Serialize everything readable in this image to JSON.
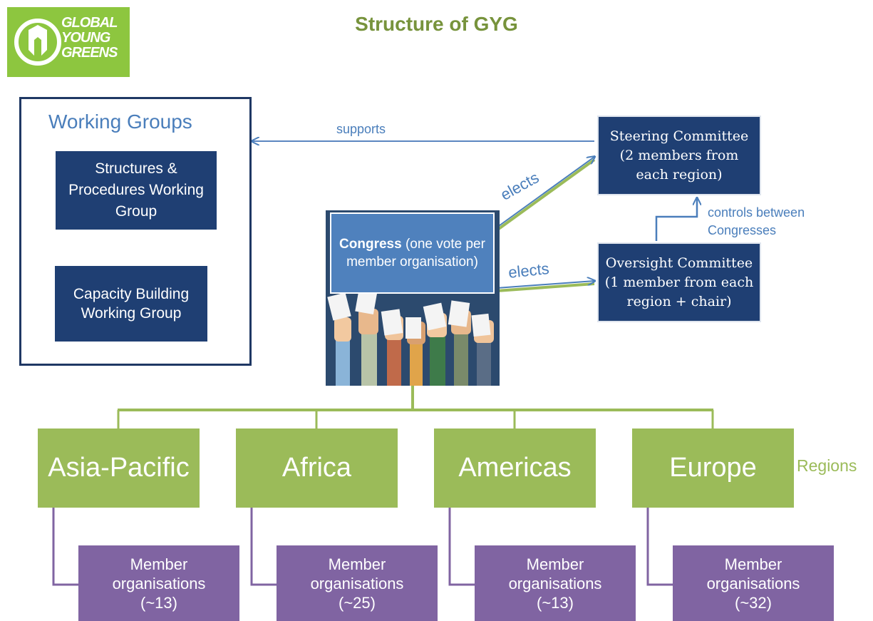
{
  "logo": {
    "lines": [
      "GLOBAL",
      "YOUNG",
      "GREENS"
    ],
    "icon": "gyg-logo-icon",
    "color": "#8dc63f"
  },
  "title": "Structure of GYG",
  "working_groups": {
    "title": "Working Groups",
    "groups": [
      "Structures & Procedures Working Group",
      "Capacity Building Working Group"
    ]
  },
  "steering_committee": "Steering Committee (2 members from each region)",
  "oversight_committee": "Oversight Committee (1 member from each region + chair)",
  "congress": {
    "name": "Congress",
    "detail": " (one vote per member organisation)"
  },
  "edges": {
    "supports": "supports",
    "elects_steering": "elects",
    "elects_oversight": "elects",
    "controls": [
      "controls between",
      "Congresses"
    ]
  },
  "regions_label": "Regions",
  "regions": [
    {
      "name": "Asia-Pacific",
      "members_label": "Member organisations",
      "count": "(~13)"
    },
    {
      "name": "Africa",
      "members_label": "Member organisations",
      "count": "(~25)"
    },
    {
      "name": "Americas",
      "members_label": "Member organisations",
      "count": "(~13)"
    },
    {
      "name": "Europe",
      "members_label": "Member organisations",
      "count": "(~32)"
    }
  ],
  "colors": {
    "navy": "#1f3f73",
    "blue": "#4f81bd",
    "green": "#9bbb59",
    "purple": "#8064a2",
    "title_green": "#77933c",
    "label_blue": "#4a7ebb"
  }
}
